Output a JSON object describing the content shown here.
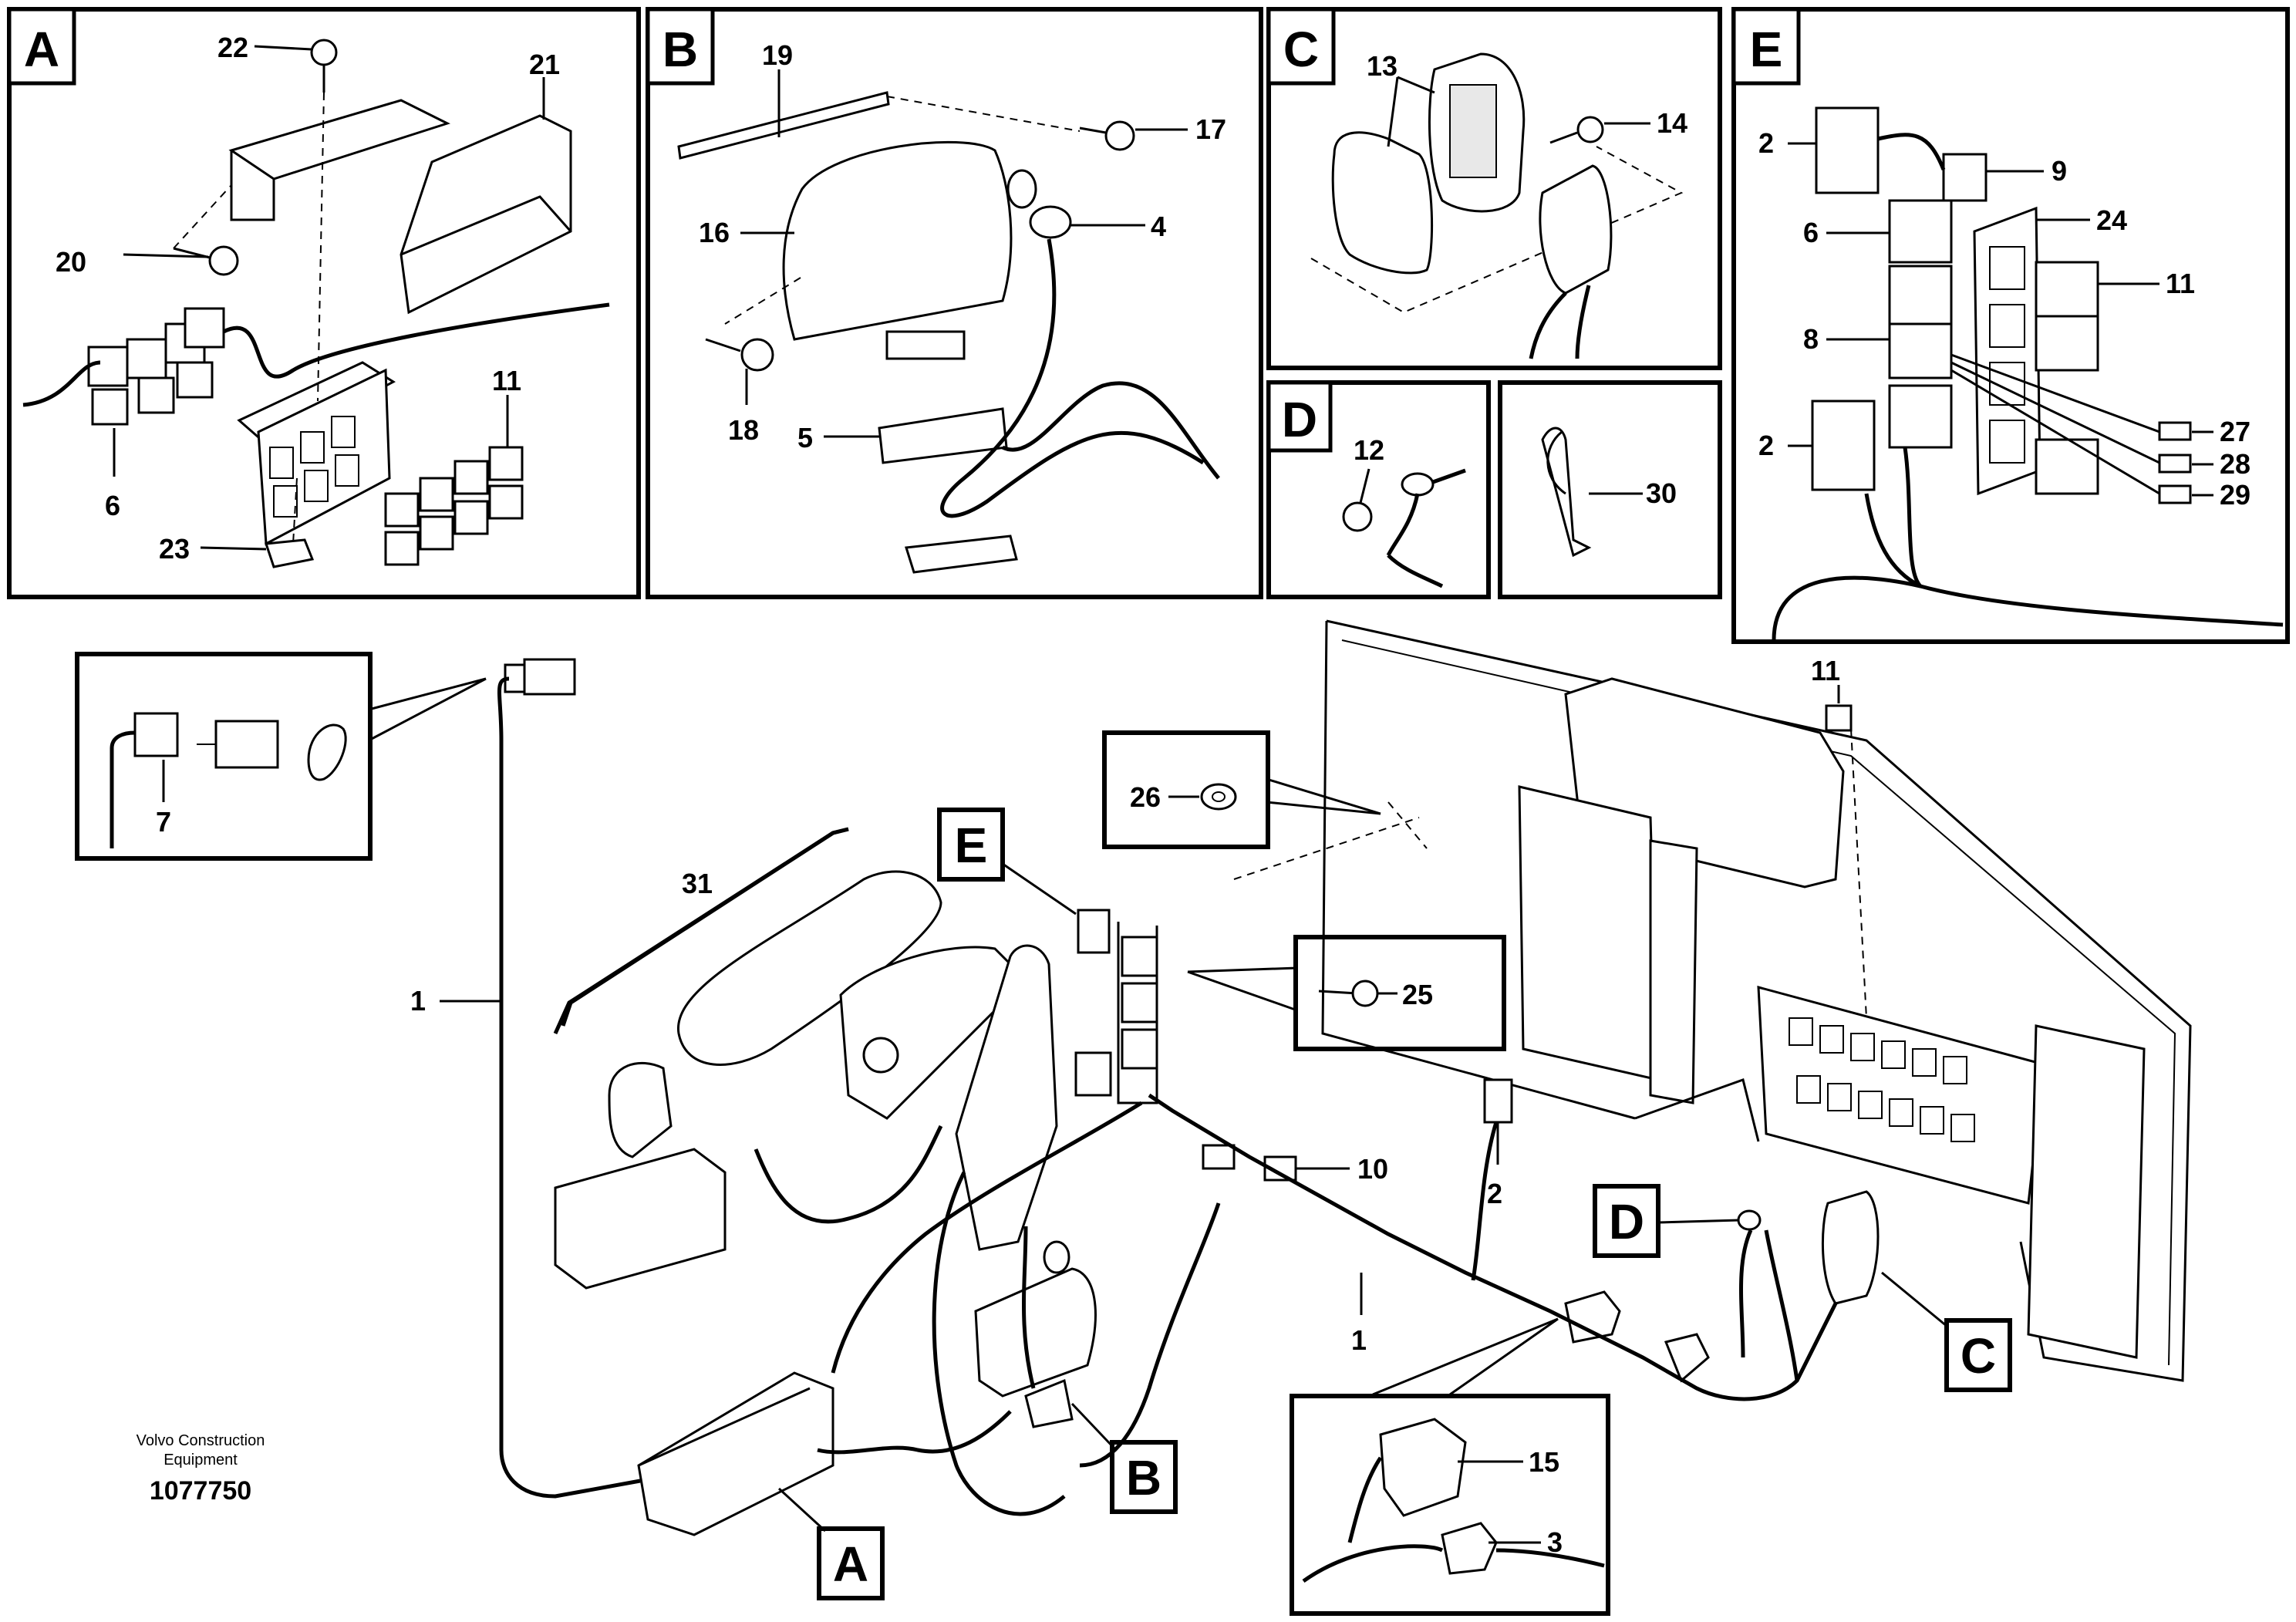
{
  "credit": {
    "line1": "Volvo Construction",
    "line2": "Equipment",
    "doc_number": "1077750"
  },
  "panels": {
    "A": {
      "letter": "A",
      "callouts": [
        "22",
        "21",
        "20",
        "11",
        "6",
        "23"
      ]
    },
    "B": {
      "letter": "B",
      "callouts": [
        "19",
        "17",
        "16",
        "4",
        "18",
        "5"
      ]
    },
    "C": {
      "letter": "C",
      "callouts": [
        "13",
        "14"
      ]
    },
    "D": {
      "letter": "D",
      "callouts": [
        "12"
      ]
    },
    "cable_tie": {
      "callouts": [
        "30"
      ]
    },
    "E": {
      "letter": "E",
      "callouts": [
        "2",
        "9",
        "6",
        "24",
        "11",
        "8",
        "2",
        "27",
        "28",
        "29"
      ]
    },
    "switch_detail": {
      "callouts": [
        "7"
      ]
    },
    "connector_detail": {
      "callouts": [
        "15",
        "3"
      ]
    },
    "nut_detail": {
      "callouts": [
        "26"
      ]
    },
    "screw_detail": {
      "callouts": [
        "25"
      ]
    }
  },
  "main": {
    "callouts": [
      "1",
      "31",
      "1",
      "10",
      "2",
      "11"
    ],
    "ref_labels": [
      "E",
      "D",
      "C",
      "B",
      "A"
    ]
  }
}
